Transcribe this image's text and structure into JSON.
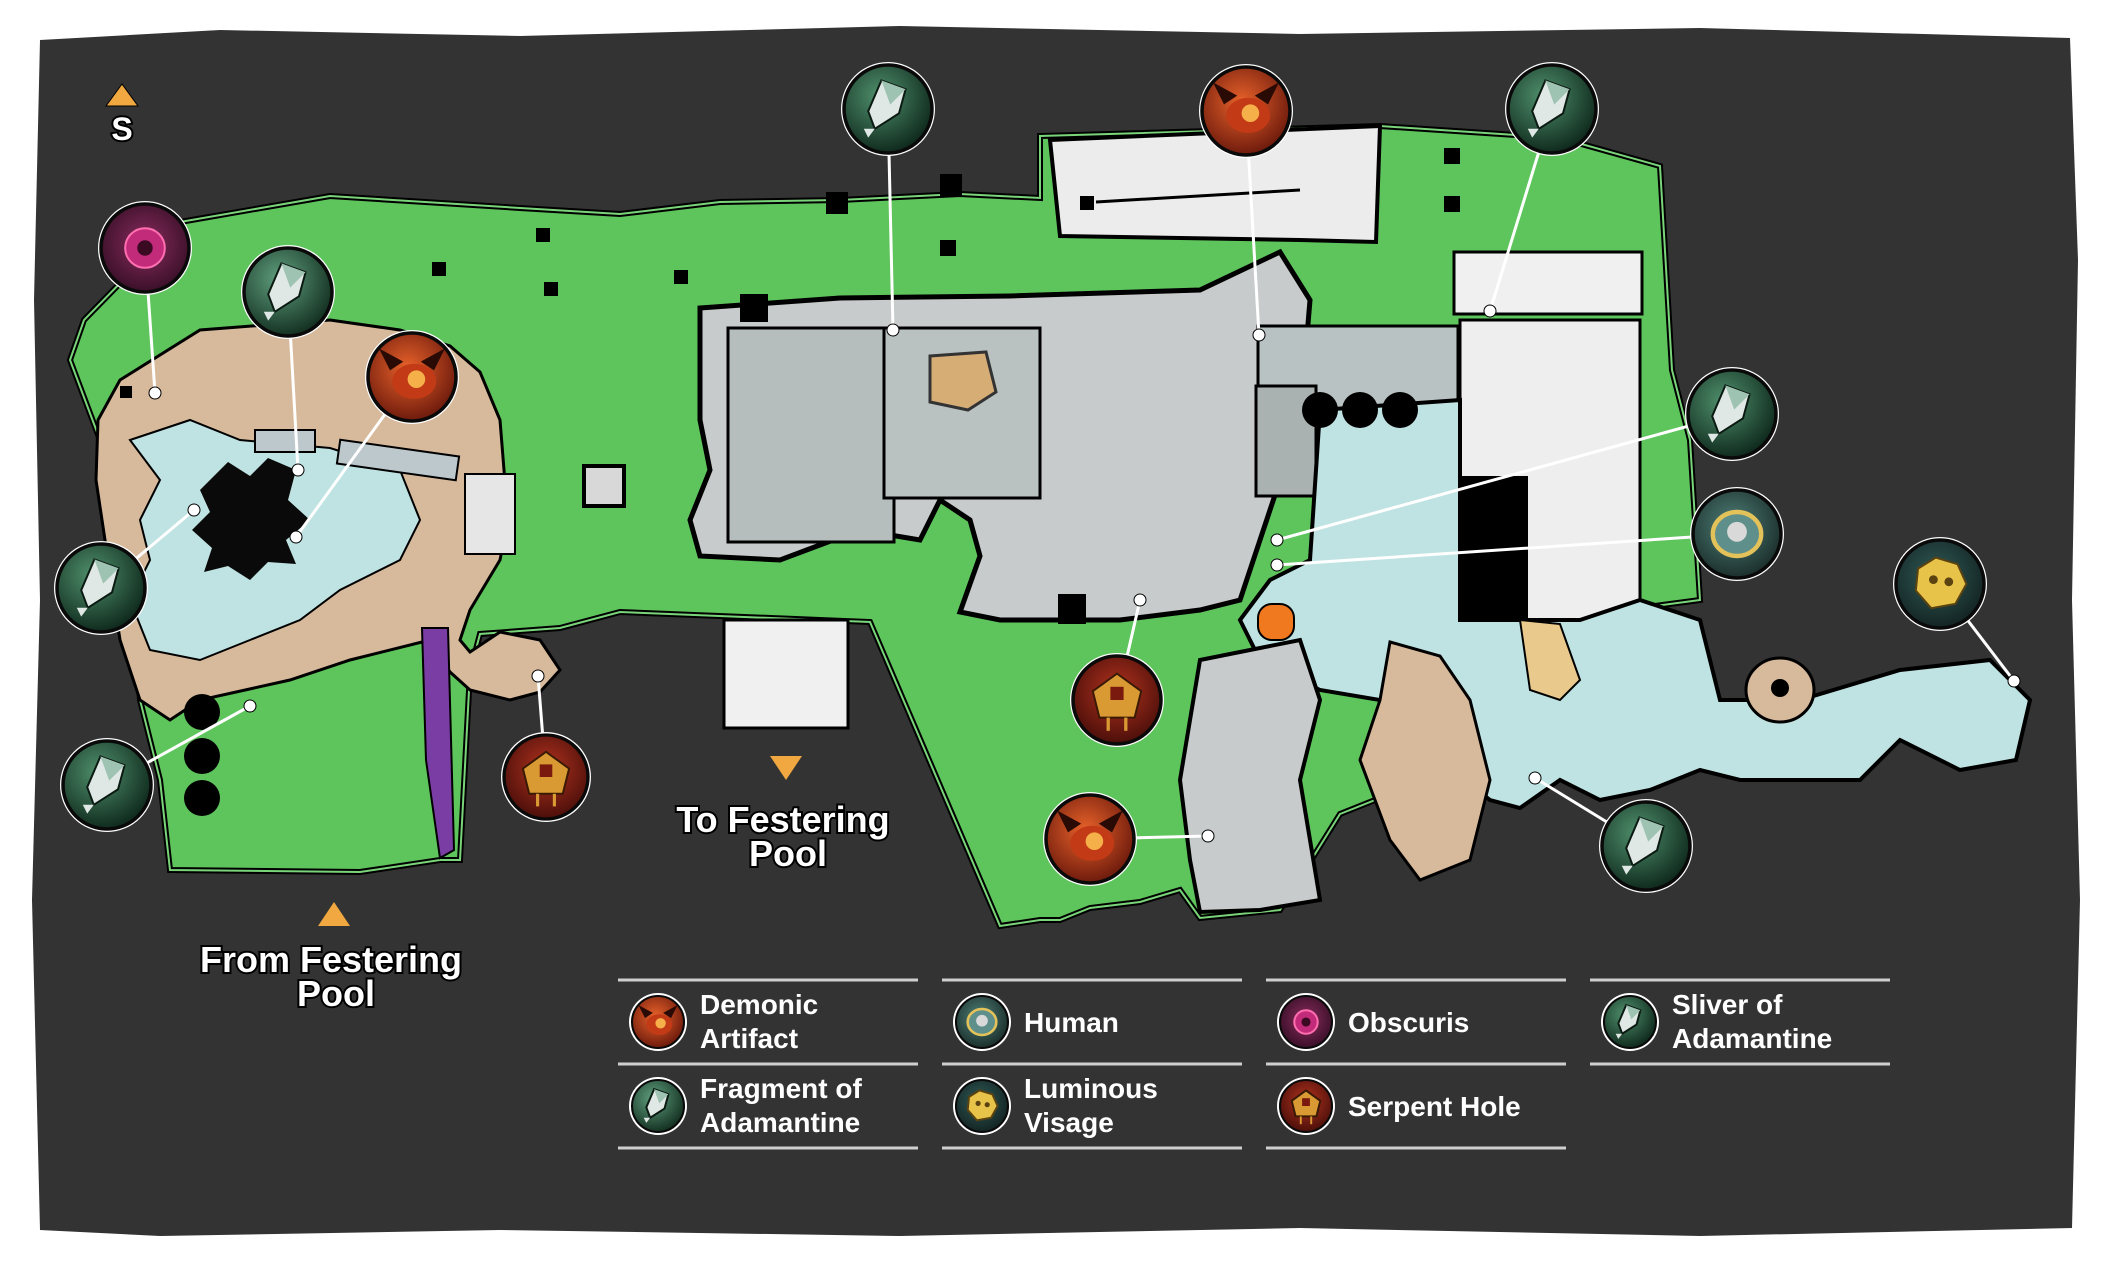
{
  "compass": {
    "label": "S"
  },
  "exits": {
    "to_pool": [
      "To Festering",
      "Pool"
    ],
    "from_pool": [
      "From Festering",
      "Pool"
    ]
  },
  "colors": {
    "board": "#333333",
    "grass": "#5ec45c",
    "sand": "#d7b99b",
    "water": "#bfe3e2",
    "stone": "#c8cbcb",
    "building": "#f0f0f0",
    "wall": "#111111",
    "accent": "#f1a840",
    "legend_line": "#cfcfcf"
  },
  "icons": {
    "demonic": "demonic-artifact-icon",
    "fragment": "fragment-of-adamantine-icon",
    "sliver": "sliver-of-adamantine-icon",
    "human": "human-icon",
    "visage": "luminous-visage-icon",
    "obscuris": "obscuris-icon",
    "serpent": "serpent-hole-icon"
  },
  "legend": [
    {
      "type": "demonic",
      "lines": [
        "Demonic",
        "Artifact"
      ]
    },
    {
      "type": "human",
      "lines": [
        "Human"
      ]
    },
    {
      "type": "obscuris",
      "lines": [
        "Obscuris"
      ]
    },
    {
      "type": "sliver",
      "lines": [
        "Sliver of",
        "Adamantine"
      ]
    },
    {
      "type": "fragment",
      "lines": [
        "Fragment of",
        "Adamantine"
      ]
    },
    {
      "type": "visage",
      "lines": [
        "Luminous",
        "Visage"
      ]
    },
    {
      "type": "serpent",
      "lines": [
        "Serpent Hole"
      ]
    }
  ],
  "markers": [
    {
      "type": "obscuris"
    },
    {
      "type": "fragment"
    },
    {
      "type": "demonic"
    },
    {
      "type": "sliver"
    },
    {
      "type": "sliver"
    },
    {
      "type": "serpent"
    },
    {
      "type": "sliver"
    },
    {
      "type": "demonic"
    },
    {
      "type": "sliver"
    },
    {
      "type": "serpent"
    },
    {
      "type": "demonic"
    },
    {
      "type": "sliver"
    },
    {
      "type": "human"
    },
    {
      "type": "visage"
    },
    {
      "type": "sliver"
    }
  ]
}
